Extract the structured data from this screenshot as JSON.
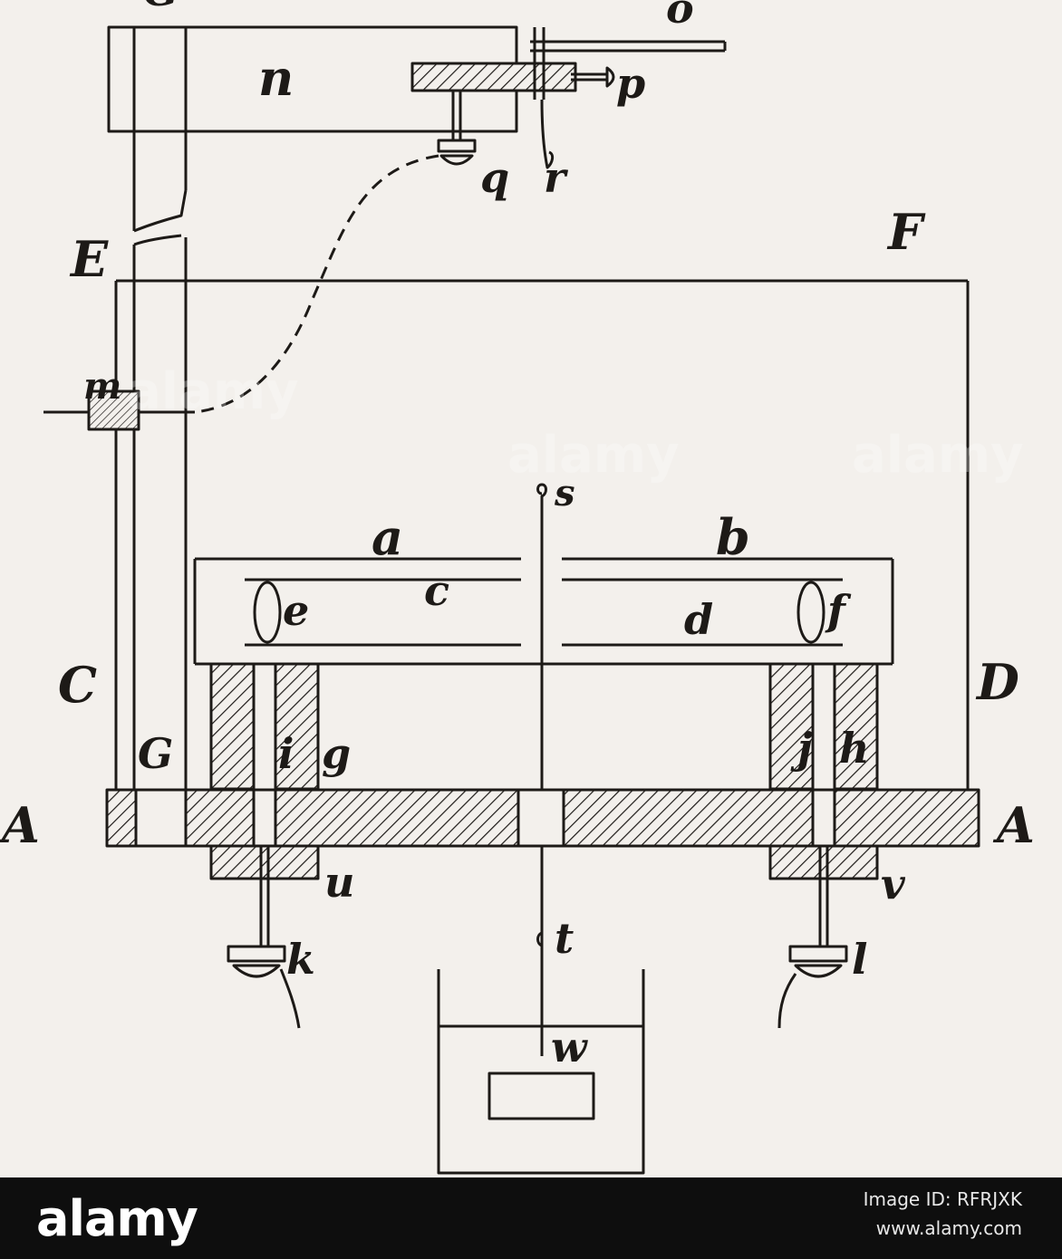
{
  "diagram": {
    "labels": {
      "G_top": "G",
      "o": "o",
      "n": "n",
      "p": "p",
      "q": "q",
      "r": "r",
      "E": "E",
      "F": "F",
      "m": "m",
      "s": "s",
      "a": "a",
      "b": "b",
      "c": "c",
      "e": "e",
      "f": "f",
      "d": "d",
      "C": "C",
      "D": "D",
      "G": "G",
      "i": "i",
      "g": "g",
      "j": "j",
      "h": "h",
      "A_left": "A",
      "A_right": "A",
      "u": "u",
      "v": "v",
      "k": "k",
      "t": "t",
      "l": "l",
      "w": "w"
    },
    "colors": {
      "ink": "#1d1a17",
      "paper": "#f3f0ec"
    }
  },
  "watermark": {
    "text": "alamy"
  },
  "footer": {
    "brand": "alamy",
    "image_id": "Image ID: RFRJXK",
    "url": "www.alamy.com"
  }
}
